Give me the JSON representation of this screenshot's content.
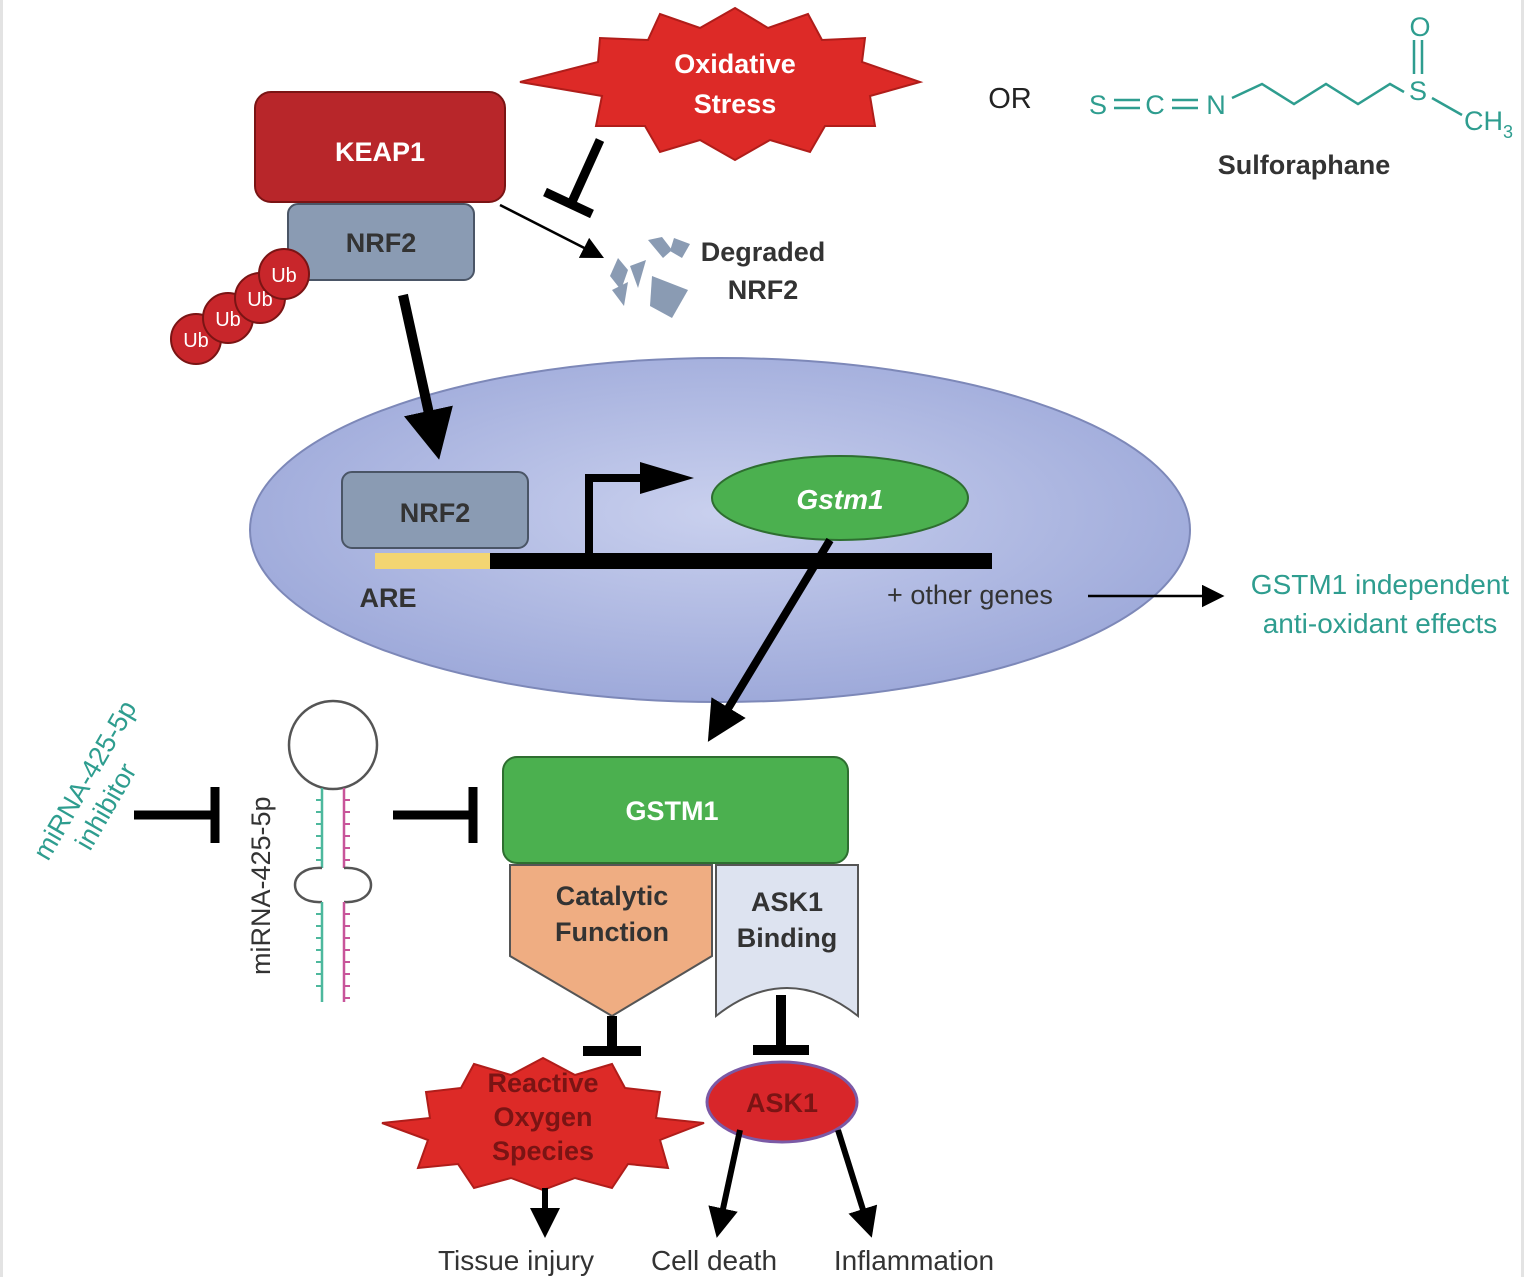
{
  "colors": {
    "keap1": "#b8262a",
    "nrf2_box": "#8a9bb3",
    "ubiquitin": "#c8262b",
    "stress_burst": "#dd2a27",
    "nucleus": "#aab6e4",
    "are_segment": "#f3d572",
    "gstm1": "#4bb04f",
    "catalytic": "#efad82",
    "ask1_binding": "#dde3f0",
    "ask1": "#d8262a",
    "teal_text": "#2e9d8f",
    "mirna_strand_a": "#4db89d",
    "mirna_strand_b": "#c8559a"
  },
  "labels": {
    "oxidative_stress": [
      "Oxidative",
      "Stress"
    ],
    "or": "OR",
    "keap1": "KEAP1",
    "nrf2_cyto": "NRF2",
    "ub": "Ub",
    "degraded_nrf2": [
      "Degraded",
      "NRF2"
    ],
    "sulforaphane_name": "Sulforaphane",
    "sulforaphane_atoms": {
      "s1": "S",
      "c": "C",
      "n": "N",
      "s2": "S",
      "o": "O",
      "ch3": "CH",
      "ch3_sub": "3"
    },
    "nrf2_nucleus": "NRF2",
    "are": "ARE",
    "gstm1_gene": "Gstm1",
    "other_genes": "+ other genes",
    "independent_effects": [
      "GSTM1 independent",
      "anti-oxidant effects"
    ],
    "gstm1_protein": "GSTM1",
    "catalytic_function": [
      "Catalytic",
      "Function"
    ],
    "ask1_binding": [
      "ASK1",
      "Binding"
    ],
    "mirna_inhibitor": [
      "miRNA-425-5p",
      "inhibitor"
    ],
    "mirna": "miRNA-425-5p",
    "ros": [
      "Reactive",
      "Oxygen",
      "Species"
    ],
    "ask1": "ASK1",
    "tissue_injury": "Tissue injury",
    "cell_death": "Cell death",
    "inflammation": "Inflammation"
  }
}
